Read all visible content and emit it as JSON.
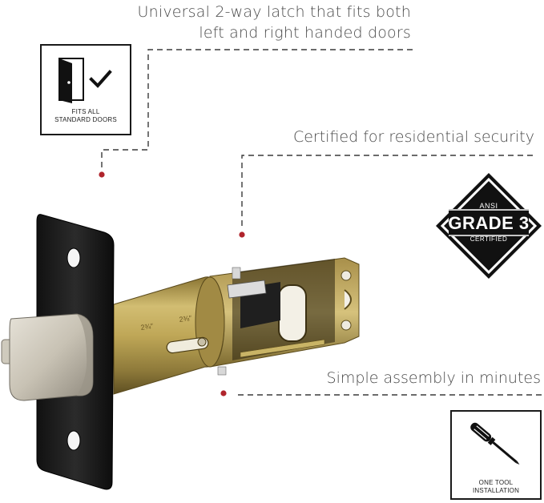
{
  "callouts": {
    "latch_line1": "Universal 2-way latch that fits both",
    "latch_line2": "left and right handed doors",
    "certified": "Certified for residential security",
    "assembly": "Simple assembly in minutes"
  },
  "badges": {
    "door": {
      "line1": "FITS ALL",
      "line2": "STANDARD DOORS",
      "icon": "door-check-icon"
    },
    "grade": {
      "top": "ANSI",
      "main": "GRADE 3",
      "bottom": "CERTIFIED",
      "icon": "diamond-badge"
    },
    "tool": {
      "line1": "ONE TOOL",
      "line2": "INSTALLATION",
      "icon": "screwdriver-icon"
    }
  },
  "colors": {
    "marker": "#b0242c",
    "dash": "#3a3a3a",
    "brass": "#b8a050",
    "plate": "#1c1c1c",
    "nickel": "#c9c4b8"
  }
}
